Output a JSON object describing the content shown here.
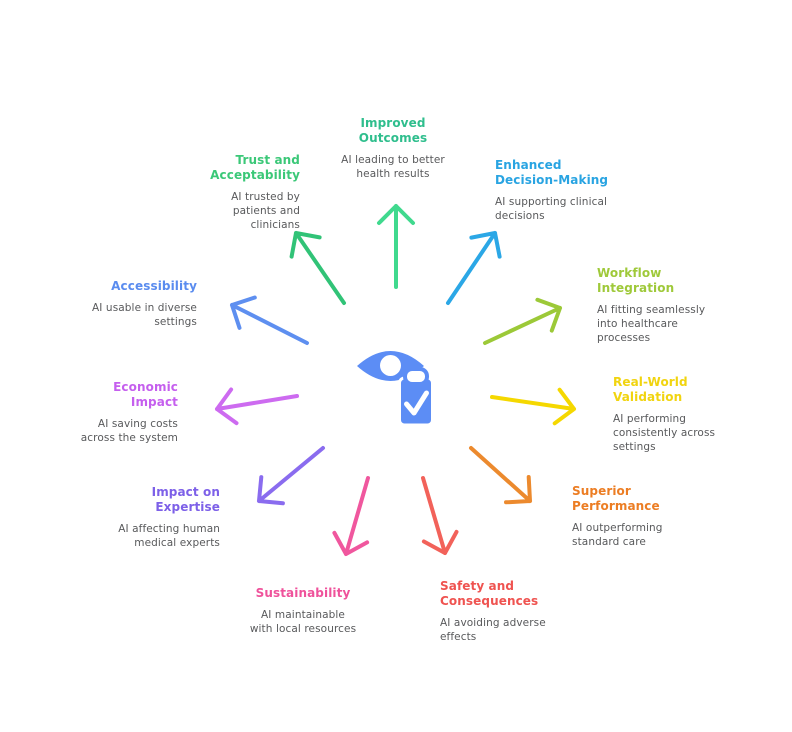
{
  "diagram": {
    "background": "#FFFFFF",
    "text_color": "#58595B",
    "center_icon": {
      "name": "eye-clipboard",
      "color": "#5C8DF5"
    },
    "nodes": [
      {
        "id": "improved-outcomes",
        "title": "Improved\nOutcomes",
        "sub": "AI leading to better\nhealth results",
        "color": "#2FBE8D",
        "arrow_color": "#40D98E"
      },
      {
        "id": "trust-acceptability",
        "title": "Trust and\nAcceptability",
        "sub": "AI trusted by\npatients and\nclinicians",
        "color": "#3BC878",
        "arrow_color": "#31C377"
      },
      {
        "id": "enhanced-decision",
        "title": "Enhanced\nDecision-Making",
        "sub": "AI supporting clinical\ndecisions",
        "color": "#29A4E2",
        "arrow_color": "#2BA7E6"
      },
      {
        "id": "workflow-integration",
        "title": "Workflow\nIntegration",
        "sub": "AI fitting seamlessly\ninto healthcare\nprocesses",
        "color": "#9FC93A",
        "arrow_color": "#9CC938"
      },
      {
        "id": "real-world-validation",
        "title": "Real-World\nValidation",
        "sub": "AI performing\nconsistently across\nsettings",
        "color": "#F1D40F",
        "arrow_color": "#F5D800"
      },
      {
        "id": "superior-performance",
        "title": "Superior\nPerformance",
        "sub": "AI outperforming\nstandard care",
        "color": "#EC7D23",
        "arrow_color": "#EC8A2E"
      },
      {
        "id": "safety-consequences",
        "title": "Safety and\nConsequences",
        "sub": "AI avoiding adverse\neffects",
        "color": "#EF5350",
        "arrow_color": "#F2625A"
      },
      {
        "id": "sustainability",
        "title": "Sustainability",
        "sub": "AI maintainable\nwith local resources",
        "color": "#EF529B",
        "arrow_color": "#F0579E"
      },
      {
        "id": "impact-expertise",
        "title": "Impact on\nExpertise",
        "sub": "AI affecting human\nmedical experts",
        "color": "#7D60E8",
        "arrow_color": "#8A6CEF"
      },
      {
        "id": "economic-impact",
        "title": "Economic\nImpact",
        "sub": "AI saving costs\nacross the system",
        "color": "#C55FEE",
        "arrow_color": "#CD6BF0"
      },
      {
        "id": "accessibility",
        "title": "Accessibility",
        "sub": "AI usable in diverse\nsettings",
        "color": "#5A8CEF",
        "arrow_color": "#5E8FF0"
      }
    ]
  }
}
